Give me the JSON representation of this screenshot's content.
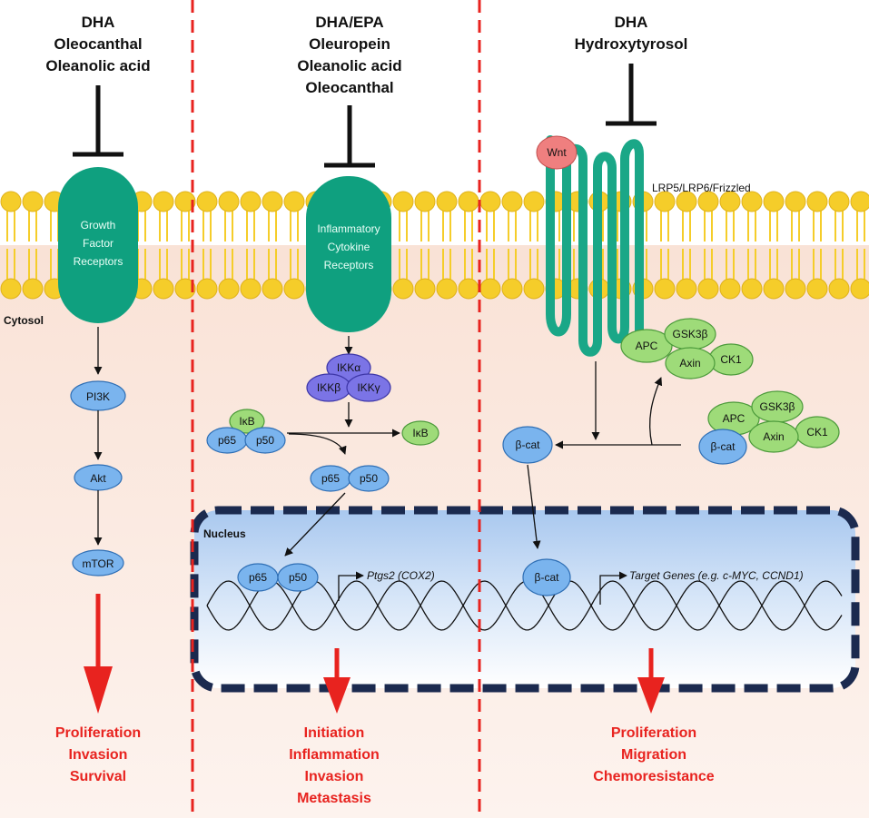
{
  "panels": {
    "left": {
      "inhibitors": [
        "DHA",
        "Oleocanthal",
        "Oleanolic acid"
      ],
      "receptor": [
        "Growth",
        "Factor",
        "Receptors"
      ],
      "cascade": [
        "PI3K",
        "Akt",
        "mTOR"
      ],
      "outcomes": [
        "Proliferation",
        "Invasion",
        "Survival"
      ]
    },
    "middle": {
      "inhibitors": [
        "DHA/EPA",
        "Oleuropein",
        "Oleanolic acid",
        "Oleocanthal"
      ],
      "receptor": [
        "Inflammatory",
        "Cytokine",
        "Receptors"
      ],
      "ikk": [
        "IKKα",
        "IKKβ",
        "IKKγ"
      ],
      "ikb": "IκB",
      "p65": "p65",
      "p50": "p50",
      "gene": "Ptgs2 (COX2)",
      "outcomes": [
        "Initiation",
        "Inflammation",
        "Invasion",
        "Metastasis"
      ]
    },
    "right": {
      "inhibitors": [
        "DHA",
        "Hydroxytyrosol"
      ],
      "wnt": "Wnt",
      "receptor": "LRP5/LRP6/Frizzled",
      "destruction_complex": [
        "APC",
        "GSK3β",
        "Axin",
        "CK1"
      ],
      "bcat": "β-cat",
      "gene": "Target Genes (e.g. c-MYC, CCND1)",
      "outcomes": [
        "Proliferation",
        "Migration",
        "Chemoresistance"
      ]
    }
  },
  "compartments": {
    "cytosol": "Cytosol",
    "nucleus": "Nucleus"
  },
  "colors": {
    "receptor": "#0fa07f",
    "lipid_head": "#f5cd2a",
    "node_blue": "#7ab4ee",
    "node_purple": "#7b74e6",
    "node_green": "#9edb79",
    "wnt": "#ef7f7f",
    "outcome_red": "#e8231f",
    "nucleus_fill": "#c7dcf6",
    "nucleus_border": "#1b2a4f",
    "cytosol": "#fcece2"
  }
}
